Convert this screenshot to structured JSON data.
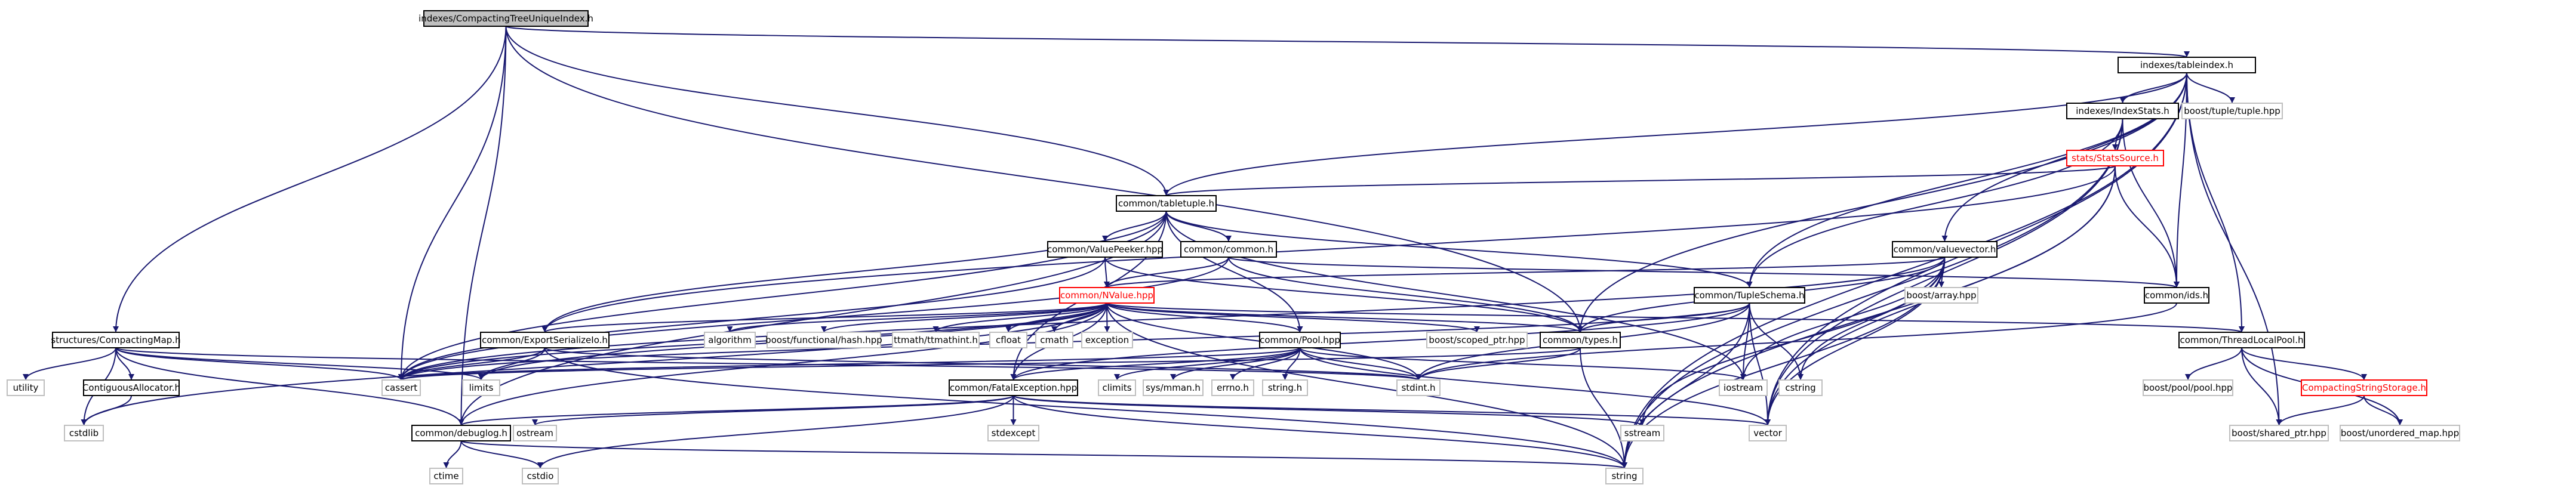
{
  "diagram": {
    "type": "include-dependency-graph",
    "root": "indexes/CompactingTreeUniqueIndex.h",
    "nodes": [
      {
        "id": "root",
        "label": "indexes/CompactingTreeUniqueIndex.h",
        "style": "root"
      },
      {
        "id": "tableindex",
        "label": "indexes/tableindex.h",
        "style": "boxed"
      },
      {
        "id": "compmap",
        "label": "structures/CompactingMap.h",
        "style": "boxed"
      },
      {
        "id": "tabletuple",
        "label": "common/tabletuple.h",
        "style": "boxed"
      },
      {
        "id": "debuglog",
        "label": "common/debuglog.h",
        "style": "boxed"
      },
      {
        "id": "cassert",
        "label": "cassert",
        "style": "plain"
      },
      {
        "id": "indexstats",
        "label": "indexes/IndexStats.h",
        "style": "boxed"
      },
      {
        "id": "tuplehpp",
        "label": "boost/tuple/tuple.hpp",
        "style": "plain"
      },
      {
        "id": "statssource",
        "label": "stats/StatsSource.h",
        "style": "red"
      },
      {
        "id": "valuevector",
        "label": "common/valuevector.h",
        "style": "boxed"
      },
      {
        "id": "ids",
        "label": "common/ids.h",
        "style": "boxed"
      },
      {
        "id": "valuepeeker",
        "label": "common/ValuePeeker.hpp",
        "style": "boxed"
      },
      {
        "id": "commonh",
        "label": "common/common.h",
        "style": "boxed"
      },
      {
        "id": "nvalue",
        "label": "common/NValue.hpp",
        "style": "red"
      },
      {
        "id": "tupleschema",
        "label": "common/TupleSchema.h",
        "style": "boxed"
      },
      {
        "id": "arrayhpp",
        "label": "boost/array.hpp",
        "style": "plain"
      },
      {
        "id": "utility",
        "label": "utility",
        "style": "plain"
      },
      {
        "id": "contig",
        "label": "ContiguousAllocator.h",
        "style": "boxed"
      },
      {
        "id": "cstdlib",
        "label": "cstdlib",
        "style": "plain"
      },
      {
        "id": "exportser",
        "label": "common/ExportSerializeIo.h",
        "style": "boxed"
      },
      {
        "id": "algorithm",
        "label": "algorithm",
        "style": "plain"
      },
      {
        "id": "hashhpp",
        "label": "boost/functional/hash.hpp",
        "style": "plain"
      },
      {
        "id": "ttmath",
        "label": "ttmath/ttmathint.h",
        "style": "plain"
      },
      {
        "id": "cfloat",
        "label": "cfloat",
        "style": "plain"
      },
      {
        "id": "cmath",
        "label": "cmath",
        "style": "plain"
      },
      {
        "id": "exception",
        "label": "exception",
        "style": "plain"
      },
      {
        "id": "pool",
        "label": "common/Pool.hpp",
        "style": "boxed"
      },
      {
        "id": "scopedptr",
        "label": "boost/scoped_ptr.hpp",
        "style": "plain"
      },
      {
        "id": "types",
        "label": "common/types.h",
        "style": "boxed"
      },
      {
        "id": "threadpool",
        "label": "common/ThreadLocalPool.h",
        "style": "boxed"
      },
      {
        "id": "limits",
        "label": "limits",
        "style": "plain"
      },
      {
        "id": "fatal",
        "label": "common/FatalException.hpp",
        "style": "boxed"
      },
      {
        "id": "climits",
        "label": "climits",
        "style": "plain"
      },
      {
        "id": "sysmman",
        "label": "sys/mman.h",
        "style": "plain"
      },
      {
        "id": "errno",
        "label": "errno.h",
        "style": "plain"
      },
      {
        "id": "stringh",
        "label": "string.h",
        "style": "plain"
      },
      {
        "id": "stdint",
        "label": "stdint.h",
        "style": "plain"
      },
      {
        "id": "iostream",
        "label": "iostream",
        "style": "plain"
      },
      {
        "id": "cstring",
        "label": "cstring",
        "style": "plain"
      },
      {
        "id": "poolhpp",
        "label": "boost/pool/pool.hpp",
        "style": "plain"
      },
      {
        "id": "compstrstore",
        "label": "CompactingStringStorage.h",
        "style": "red"
      },
      {
        "id": "ostream",
        "label": "ostream",
        "style": "plain"
      },
      {
        "id": "stdexcept",
        "label": "stdexcept",
        "style": "plain"
      },
      {
        "id": "sstream",
        "label": "sstream",
        "style": "plain"
      },
      {
        "id": "vector",
        "label": "vector",
        "style": "plain"
      },
      {
        "id": "sharedptr",
        "label": "boost/shared_ptr.hpp",
        "style": "plain"
      },
      {
        "id": "unorderedmap",
        "label": "boost/unordered_map.hpp",
        "style": "plain"
      },
      {
        "id": "ctime",
        "label": "ctime",
        "style": "plain"
      },
      {
        "id": "cstdio",
        "label": "cstdio",
        "style": "plain"
      },
      {
        "id": "string",
        "label": "string",
        "style": "plain"
      }
    ],
    "edges": [
      [
        "root",
        "tableindex"
      ],
      [
        "root",
        "compmap"
      ],
      [
        "root",
        "tabletuple"
      ],
      [
        "root",
        "debuglog"
      ],
      [
        "root",
        "cassert"
      ],
      [
        "root",
        "types"
      ],
      [
        "tableindex",
        "indexstats"
      ],
      [
        "tableindex",
        "tuplehpp"
      ],
      [
        "tableindex",
        "tabletuple"
      ],
      [
        "tableindex",
        "valuevector"
      ],
      [
        "tableindex",
        "ids"
      ],
      [
        "tableindex",
        "types"
      ],
      [
        "tableindex",
        "tupleschema"
      ],
      [
        "tableindex",
        "vector"
      ],
      [
        "tableindex",
        "string"
      ],
      [
        "tableindex",
        "threadpool"
      ],
      [
        "tableindex",
        "sharedptr"
      ],
      [
        "indexstats",
        "statssource"
      ],
      [
        "indexstats",
        "ids"
      ],
      [
        "indexstats",
        "vector"
      ],
      [
        "indexstats",
        "string"
      ],
      [
        "indexstats",
        "tupleschema"
      ],
      [
        "statssource",
        "tabletuple"
      ],
      [
        "statssource",
        "ids"
      ],
      [
        "statssource",
        "vector"
      ],
      [
        "statssource",
        "string"
      ],
      [
        "statssource",
        "exportser"
      ],
      [
        "compmap",
        "utility"
      ],
      [
        "compmap",
        "contig"
      ],
      [
        "compmap",
        "cstdlib"
      ],
      [
        "compmap",
        "cassert"
      ],
      [
        "compmap",
        "limits"
      ],
      [
        "compmap",
        "debuglog"
      ],
      [
        "compmap",
        "stdint"
      ],
      [
        "contig",
        "cstdlib"
      ],
      [
        "tabletuple",
        "valuepeeker"
      ],
      [
        "tabletuple",
        "commonh"
      ],
      [
        "tabletuple",
        "tupleschema"
      ],
      [
        "tabletuple",
        "exportser"
      ],
      [
        "tabletuple",
        "pool"
      ],
      [
        "tabletuple",
        "cassert"
      ],
      [
        "tabletuple",
        "debuglog"
      ],
      [
        "tabletuple",
        "iostream"
      ],
      [
        "tabletuple",
        "fatal"
      ],
      [
        "valuepeeker",
        "nvalue"
      ],
      [
        "valuepeeker",
        "types"
      ],
      [
        "valuepeeker",
        "cassert"
      ],
      [
        "commonh",
        "nvalue"
      ],
      [
        "commonh",
        "types"
      ],
      [
        "commonh",
        "cassert"
      ],
      [
        "commonh",
        "ids"
      ],
      [
        "valuevector",
        "nvalue"
      ],
      [
        "valuevector",
        "arrayhpp"
      ],
      [
        "valuevector",
        "types"
      ],
      [
        "valuevector",
        "cassert"
      ],
      [
        "valuevector",
        "string"
      ],
      [
        "valuevector",
        "vector"
      ],
      [
        "valuevector",
        "iostream"
      ],
      [
        "valuevector",
        "cstring"
      ],
      [
        "valuevector",
        "sstream"
      ],
      [
        "ids",
        "stdint"
      ],
      [
        "nvalue",
        "exportser"
      ],
      [
        "nvalue",
        "algorithm"
      ],
      [
        "nvalue",
        "hashhpp"
      ],
      [
        "nvalue",
        "ttmath"
      ],
      [
        "nvalue",
        "cfloat"
      ],
      [
        "nvalue",
        "cmath"
      ],
      [
        "nvalue",
        "exception"
      ],
      [
        "nvalue",
        "pool"
      ],
      [
        "nvalue",
        "scopedptr"
      ],
      [
        "nvalue",
        "types"
      ],
      [
        "nvalue",
        "threadpool"
      ],
      [
        "nvalue",
        "limits"
      ],
      [
        "nvalue",
        "fatal"
      ],
      [
        "nvalue",
        "stdint"
      ],
      [
        "nvalue",
        "cassert"
      ],
      [
        "nvalue",
        "string"
      ],
      [
        "nvalue",
        "cstdlib"
      ],
      [
        "nvalue",
        "debuglog"
      ],
      [
        "tupleschema",
        "types"
      ],
      [
        "tupleschema",
        "cassert"
      ],
      [
        "tupleschema",
        "stdint"
      ],
      [
        "tupleschema",
        "iostream"
      ],
      [
        "tupleschema",
        "cstring"
      ],
      [
        "tupleschema",
        "string"
      ],
      [
        "tupleschema",
        "vector"
      ],
      [
        "tupleschema",
        "fatal"
      ],
      [
        "exportser",
        "cassert"
      ],
      [
        "exportser",
        "limits"
      ],
      [
        "exportser",
        "string"
      ],
      [
        "exportser",
        "stdint"
      ],
      [
        "pool",
        "fatal"
      ],
      [
        "pool",
        "climits"
      ],
      [
        "pool",
        "sysmman"
      ],
      [
        "pool",
        "errno"
      ],
      [
        "pool",
        "stringh"
      ],
      [
        "pool",
        "stdint"
      ],
      [
        "pool",
        "vector"
      ],
      [
        "pool",
        "iostream"
      ],
      [
        "pool",
        "cassert"
      ],
      [
        "types",
        "stdint"
      ],
      [
        "types",
        "string"
      ],
      [
        "types",
        "cassert"
      ],
      [
        "threadpool",
        "poolhpp"
      ],
      [
        "threadpool",
        "compstrstore"
      ],
      [
        "threadpool",
        "sharedptr"
      ],
      [
        "threadpool",
        "unorderedmap"
      ],
      [
        "compstrstore",
        "sharedptr"
      ],
      [
        "compstrstore",
        "unorderedmap"
      ],
      [
        "fatal",
        "debuglog"
      ],
      [
        "fatal",
        "ostream"
      ],
      [
        "fatal",
        "stdexcept"
      ],
      [
        "fatal",
        "string"
      ],
      [
        "fatal",
        "sstream"
      ],
      [
        "fatal",
        "vector"
      ],
      [
        "fatal",
        "cstdio"
      ],
      [
        "debuglog",
        "ctime"
      ],
      [
        "debuglog",
        "cstdio"
      ],
      [
        "debuglog",
        "string"
      ]
    ]
  }
}
